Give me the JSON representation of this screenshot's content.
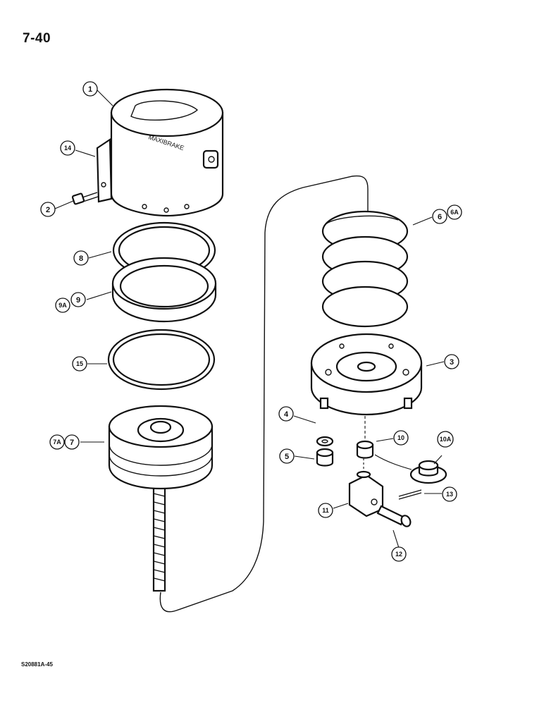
{
  "page": {
    "page_number": "7-40",
    "figure_reference": "S20881A-45"
  },
  "components": {
    "brake_housing_text": "MAXIBRAKE"
  },
  "callouts": [
    "1",
    "2",
    "14",
    "8",
    "9A",
    "9",
    "15",
    "7A",
    "7",
    "6",
    "6A",
    "3",
    "4",
    "10",
    "10A",
    "5",
    "11",
    "12",
    "13"
  ]
}
